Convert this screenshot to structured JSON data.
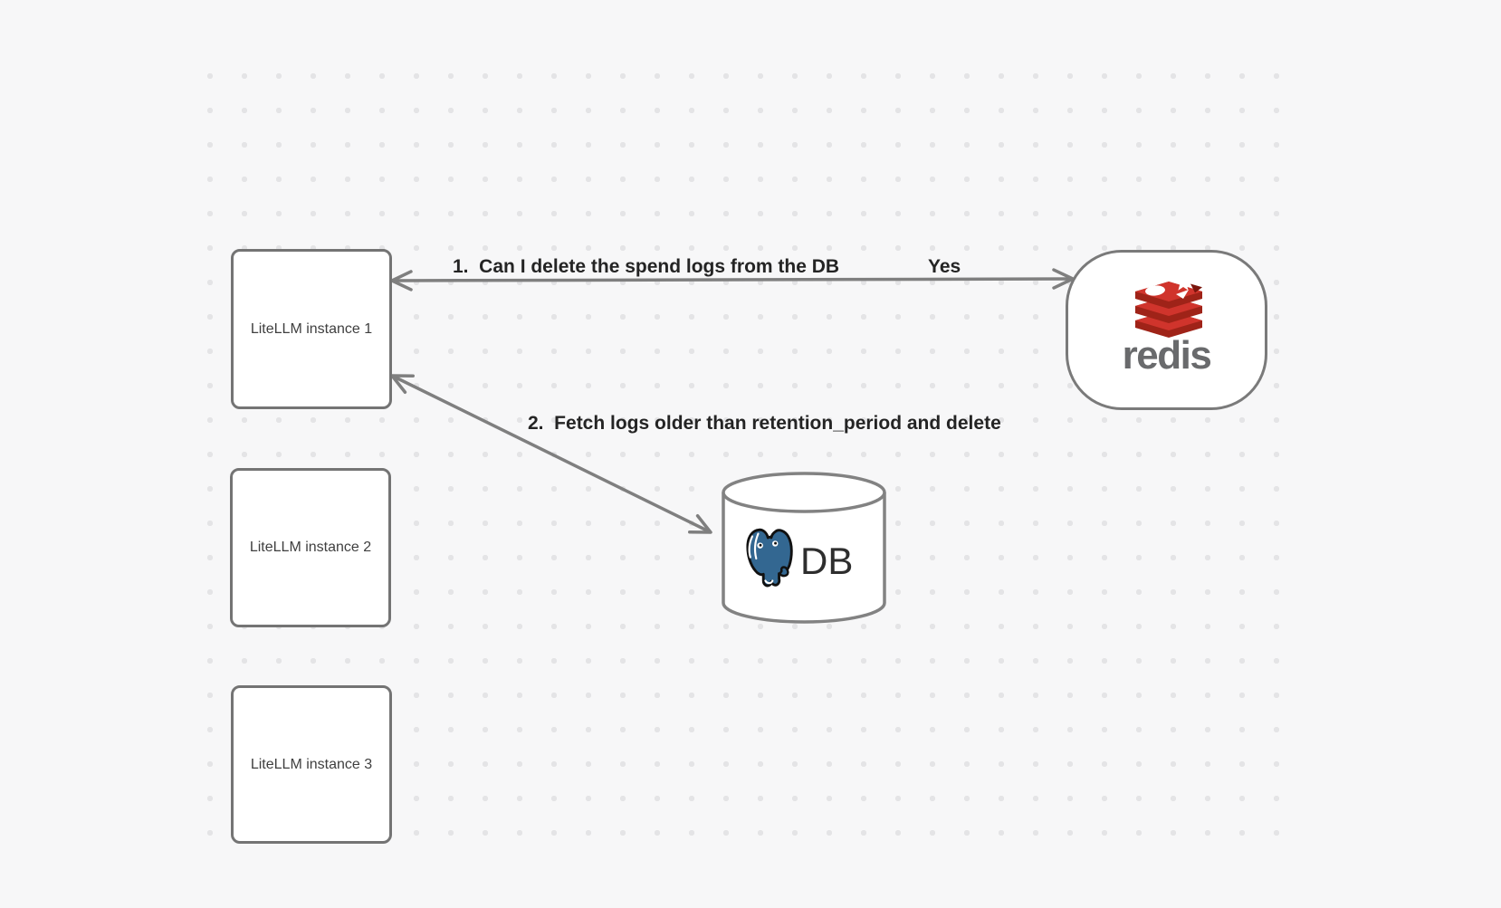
{
  "diagram": {
    "nodes": {
      "litellm_instances": [
        {
          "label": "LiteLLM instance 1"
        },
        {
          "label": "LiteLLM instance 2"
        },
        {
          "label": "LiteLLM instance 3"
        }
      ],
      "redis": {
        "wordmark": "redis"
      },
      "database": {
        "label": "DB"
      }
    },
    "edges": {
      "spend_log_check": {
        "label": "1.  Can I delete the spend logs from the DB",
        "response": "Yes"
      },
      "fetch_and_delete": {
        "label": "2.  Fetch logs older than retention_period and delete"
      }
    },
    "icons": {
      "redis_logo": "redis-stacked-cubes-icon",
      "postgres_logo": "postgresql-elephant-icon",
      "database_shape": "database-cylinder-icon"
    },
    "colors": {
      "canvas_background": "#f7f7f8",
      "grid_dot": "#e4e4e6",
      "node_border": "#747474",
      "arrow": "#7f7f7f",
      "edge_label_text": "#242424",
      "node_text": "#3f3f3f",
      "redis_red": "#d0342c",
      "redis_red_dark": "#9f2318",
      "redis_wordmark_gray": "#696a6c",
      "postgres_blue": "#336791",
      "db_text": "#2e2e2e"
    }
  }
}
